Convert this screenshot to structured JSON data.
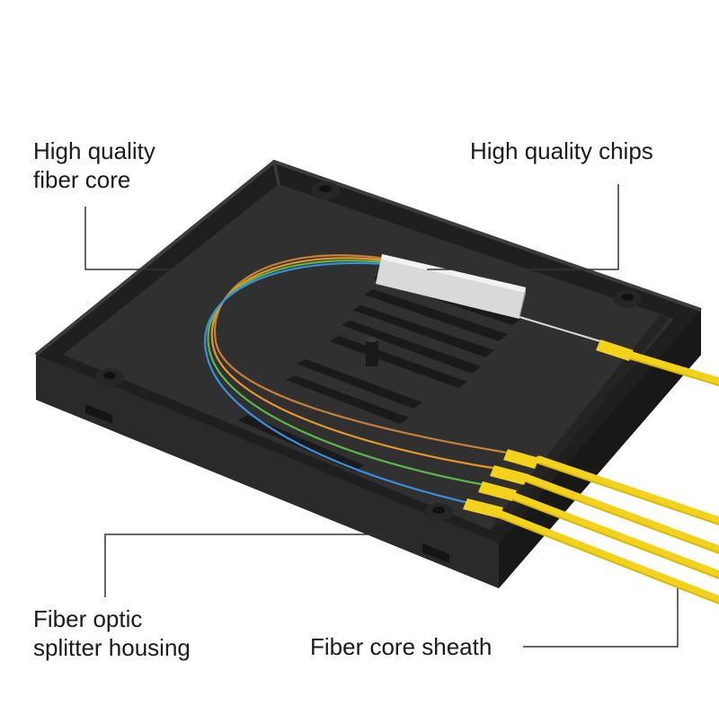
{
  "labels": {
    "fiber_core": [
      "High quality",
      "fiber core"
    ],
    "chips": "High quality chips",
    "housing": [
      "Fiber optic",
      "splitter housing"
    ],
    "sheath": "Fiber core sheath"
  },
  "colors": {
    "background": "#ffffff",
    "housing": "#2b2b2b",
    "housing_shade": "#1c1c1c",
    "housing_light": "#3a3a3a",
    "chip": "#d9d9d9",
    "sheath": "#f2d21b",
    "fiber_blue": "#3a8fe0",
    "fiber_orange": "#e8962a",
    "fiber_green": "#5cb84a",
    "fiber_brown": "#c8813a",
    "leader_line": "#333333"
  },
  "icons": [
    "splitter-housing-illustration",
    "plc-chip",
    "fiber-bundle",
    "sheath-cable"
  ]
}
